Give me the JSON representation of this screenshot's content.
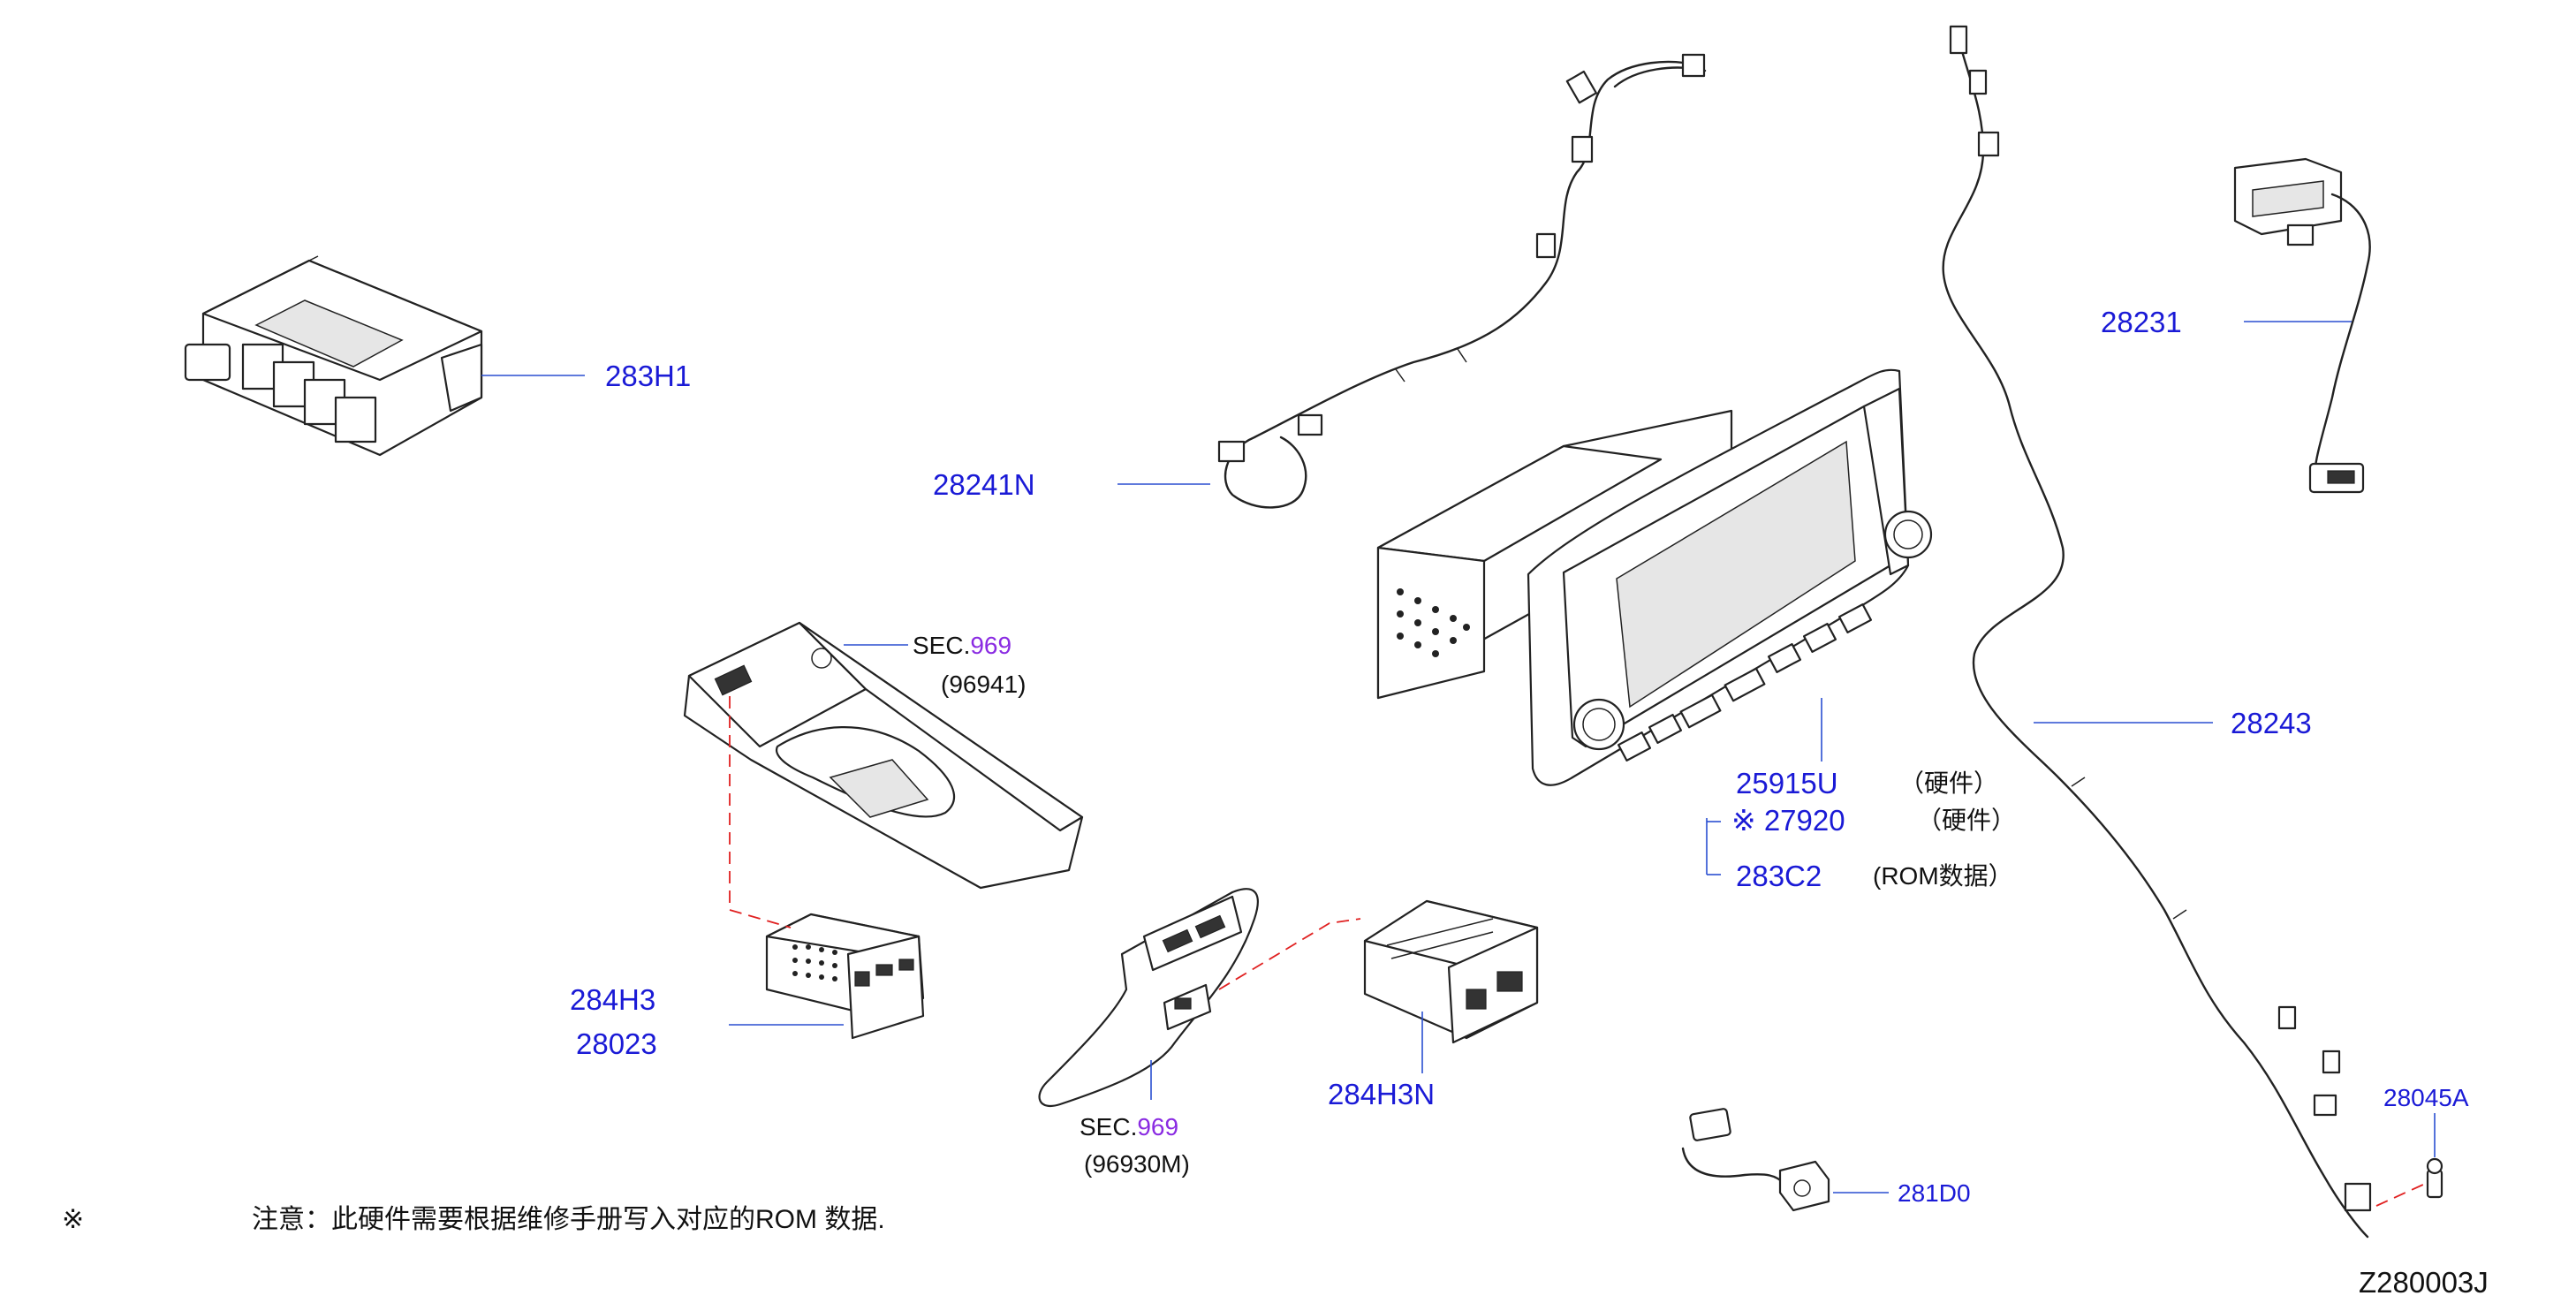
{
  "parts": {
    "p283H1": "283H1",
    "p28241N": "28241N",
    "p28231": "28231",
    "p28243": "28243",
    "p25915U": "25915U",
    "p25915U_note": "（硬件）",
    "p27920": "※ 27920",
    "p27920_note": "（硬件）",
    "p283C2": "283C2",
    "p283C2_note": "(ROM数据）",
    "p284H3": "284H3",
    "p28023": "28023",
    "p284H3N": "284H3N",
    "p281D0": "281D0",
    "p28045A": "28045A"
  },
  "sections": {
    "upper": {
      "prefix": "SEC.",
      "number": "969",
      "sub": "(96941)"
    },
    "lower": {
      "prefix": "SEC.",
      "number": "969",
      "sub": "(96930M)"
    }
  },
  "footnote": {
    "mark": "※",
    "text": "注意：此硬件需要根据维修手册写入对应的ROM   数据."
  },
  "diagram_id": "Z280003J",
  "colors": {
    "part_number": "#1a1ad6",
    "section_number": "#8a2be2",
    "leader": "#2a4fd0",
    "relation_dash": "#e02020"
  }
}
